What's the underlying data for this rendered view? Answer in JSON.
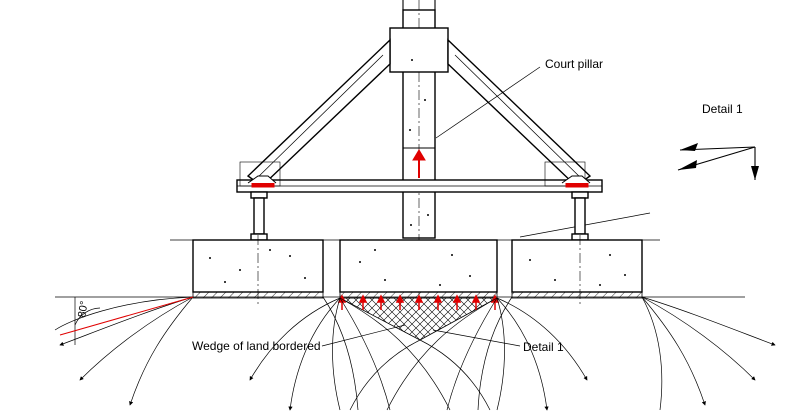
{
  "labels": {
    "court_pillar": "Court pillar",
    "detail_1_top": "Detail 1",
    "wedge": "Wedge of land bordered",
    "detail_1_bottom": "Detail 1",
    "angle": "80°"
  },
  "colors": {
    "line": "#000000",
    "accent": "#e00000",
    "background": "#ffffff"
  }
}
